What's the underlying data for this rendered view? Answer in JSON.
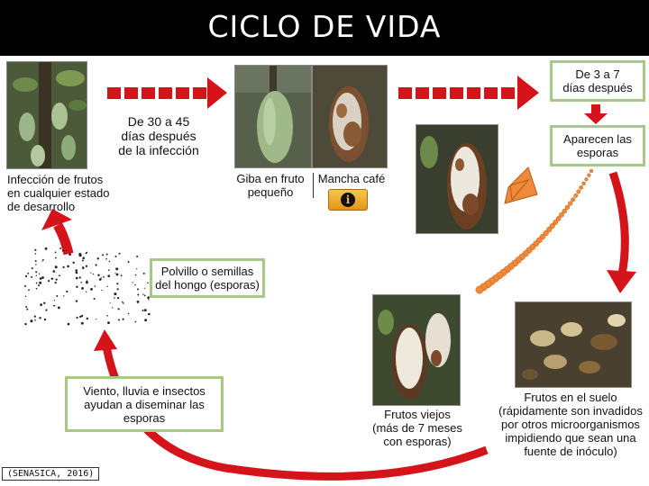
{
  "title": "CICLO DE VIDA",
  "labels": {
    "infection": "Infección de frutos\nen cualquier estado\nde desarrollo",
    "days_30_45": "De 30 a 45\ndías después\nde la infección",
    "hump": "Giba en fruto\npequeño",
    "brown_spot": "Mancha café",
    "days_3_7": "De 3 a 7\ndías después",
    "spores_appear": "Aparecen las\nesporas",
    "powder": "Polvillo o semillas\ndel hongo (esporas)",
    "wind": "Viento, lluvia e insectos\nayudan a diseminar las\nesporas",
    "old_fruits": "Frutos viejos\n(más de 7 meses\ncon esporas)",
    "ground_fruits": "Frutos en el suelo\n(rápidamente son invadidos\npor otros microorganismos\nimpidiendo que sean una\nfuente de inóculo)"
  },
  "info_icon": "i",
  "citation": "(SENASICA, 2016)",
  "colors": {
    "arrow_red": "#d4141a",
    "box_border": "#a6c98a",
    "spore_orange": "#f08a3a",
    "info_gold": "#f2b33a"
  }
}
